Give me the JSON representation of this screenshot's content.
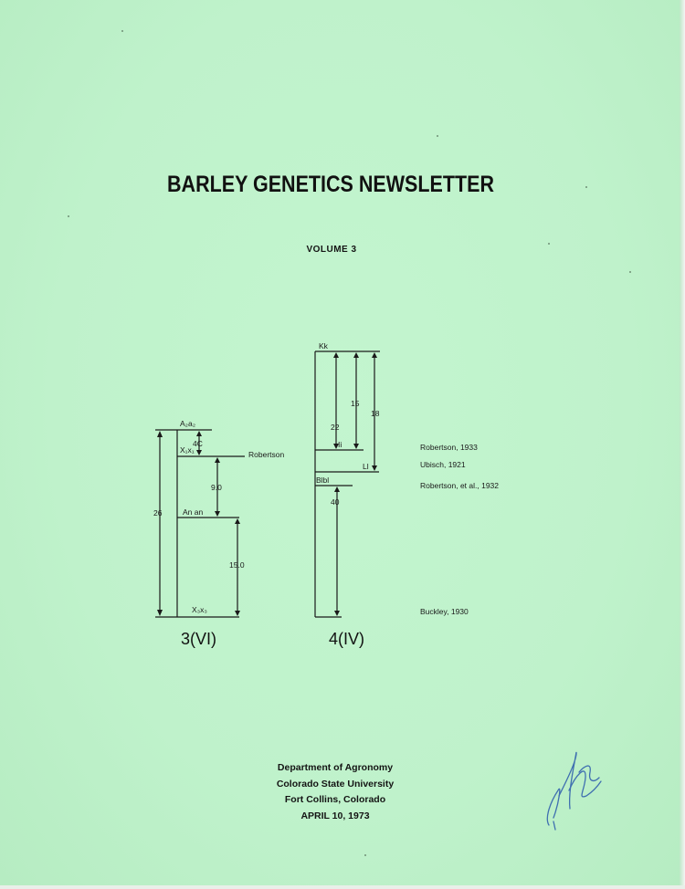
{
  "cover": {
    "title": "BARLEY GENETICS NEWSLETTER",
    "volume": "VOLUME 3"
  },
  "figure": {
    "left_diagram": {
      "label": "3(VI)",
      "top_locus": "A₂a₂",
      "locus_x": "X₁x₁",
      "locus_a": "An an",
      "bottom_locus": "X₃x₃",
      "distance_top": "4C",
      "distance_mid": "9.0",
      "distance_low": "15.0",
      "distance_total": "26",
      "reference": "Robertson"
    },
    "right_diagram": {
      "label": "4(IV)",
      "top_locus": "Kk",
      "locus_ii": "Ii",
      "locus_ll": "Ll",
      "locus_blbl": "Blbl",
      "distance_22": "22",
      "distance_15": "15",
      "distance_18": "18",
      "distance_40": "40",
      "references": [
        "Robertson, 1933",
        "Ubisch, 1921",
        "Robertson, et al., 1932",
        "Buckley, 1930"
      ]
    }
  },
  "footer": {
    "line1": "Department of Agronomy",
    "line2": "Colorado State University",
    "line3": "Fort Collins, Colorado",
    "line4": "APRIL 10, 1973"
  }
}
